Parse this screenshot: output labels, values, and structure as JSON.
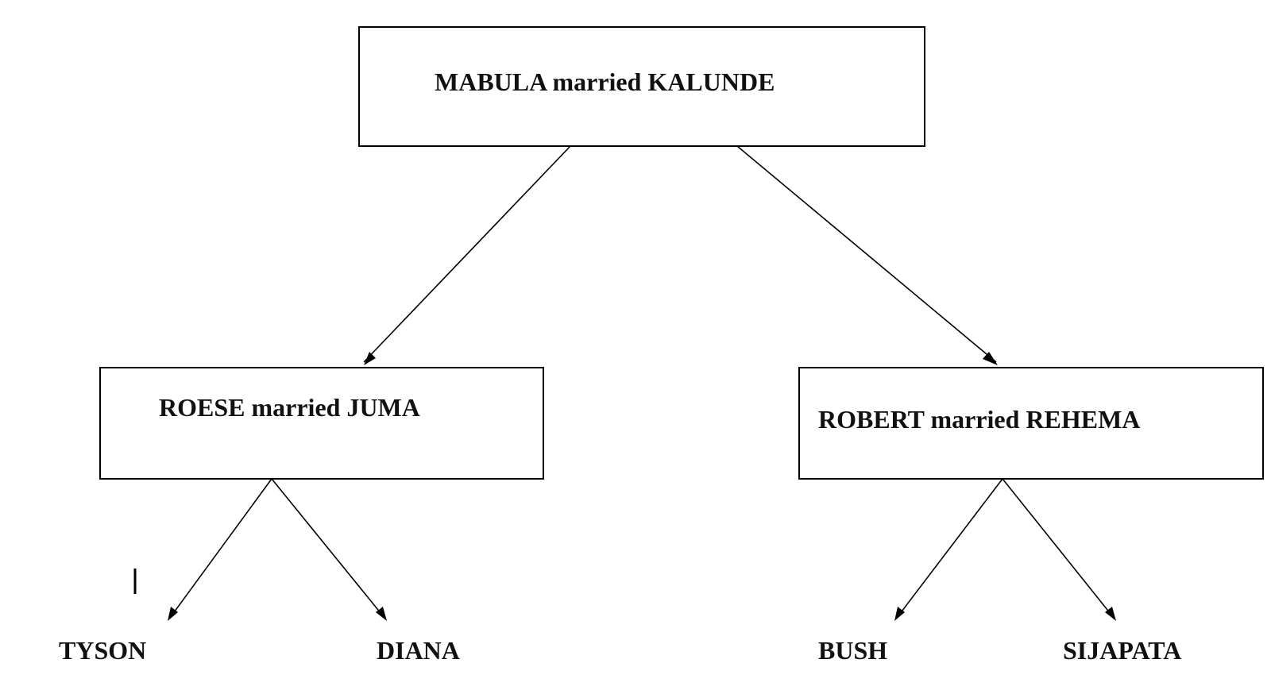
{
  "tree": {
    "root": {
      "label": "MABULA married KALUNDE"
    },
    "left_couple": {
      "label": "ROESE married JUMA"
    },
    "right_couple": {
      "label": "ROBERT married REHEMA"
    },
    "grandchildren": {
      "tyson": {
        "label": "TYSON"
      },
      "diana": {
        "label": "DIANA"
      },
      "bush": {
        "label": "BUSH"
      },
      "sijapata": {
        "label": "SIJAPATA"
      }
    }
  },
  "colors": {
    "line": "#000000",
    "text": "#111111",
    "background": "#ffffff"
  }
}
